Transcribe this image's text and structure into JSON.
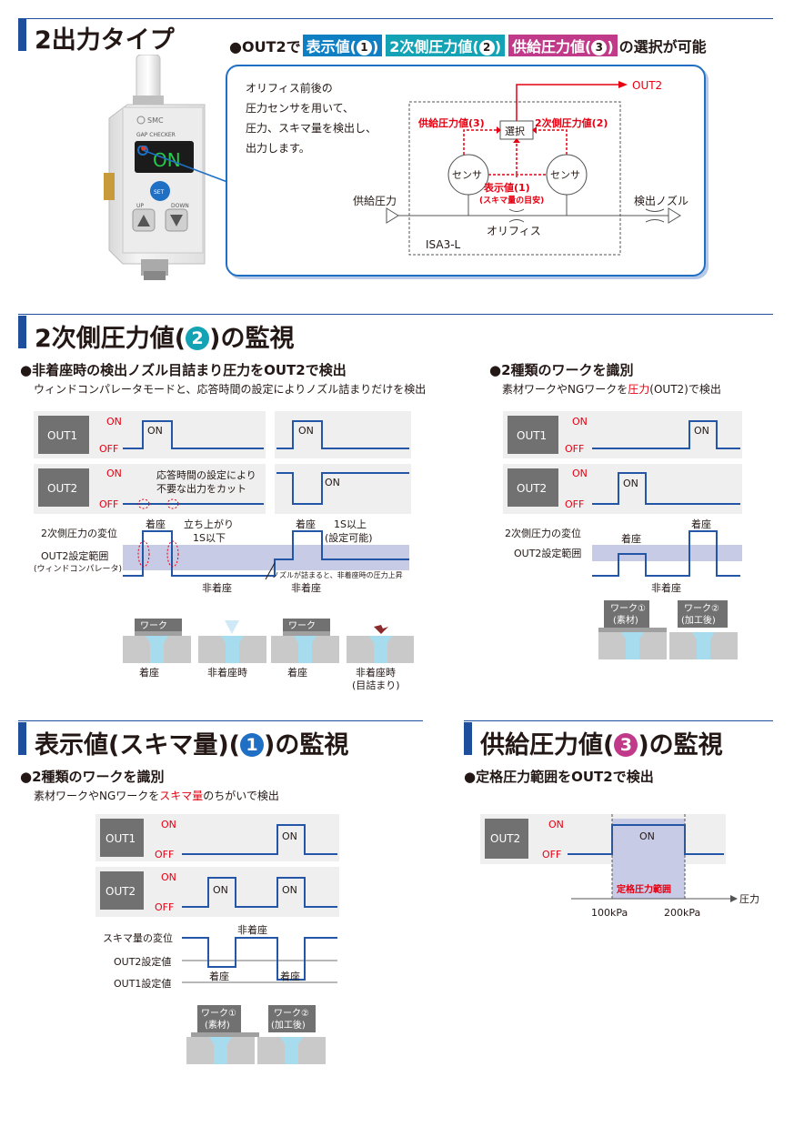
{
  "sec1": {
    "title": "2出力タイプ",
    "head_prefix": "●OUT2で",
    "tag1": "表示値(",
    "tag1_num": "1",
    "tag2": "2次側圧力値(",
    "tag2_num": "2",
    "tag3": "供給圧力値(",
    "tag3_num": "3",
    "tag_close": ")",
    "head_suffix": "の選択が可能",
    "device_brand": "SMC",
    "device_model": "GAP CHECKER",
    "device_display": "ON",
    "device_set": "SET",
    "device_up": "UP",
    "device_down": "DOWN",
    "desc_lines": [
      "オリフィス前後の",
      "圧力センサを用いて、",
      "圧力、スキマ量を検出し、",
      "出力します。"
    ],
    "out2": "OUT2",
    "select": "選択",
    "supply_value": "供給圧力値(",
    "secondary_value": "2次側圧力値(",
    "sensor": "センサ",
    "display_value": "表示値(",
    "gap_note": "(スキマ量の目安)",
    "supply_pressure": "供給圧力",
    "nozzle": "検出ノズル",
    "orifice": "オリフィス",
    "model": "ISA3-L"
  },
  "sec2": {
    "title_prefix": "2次側圧力値(",
    "title_num": "2",
    "title_suffix": ")の監視",
    "left_head": "●非着座時の検出ノズル目詰まり圧力をOUT2で検出",
    "left_sub": "ウィンドコンパレータモードと、応答時間の設定によりノズル詰まりだけを検出",
    "right_head": "●2種類のワークを識別",
    "right_sub_a": "素材ワークやNGワークを",
    "right_sub_b": "圧力",
    "right_sub_c": "(OUT2)で検出",
    "out1": "OUT1",
    "out2": "OUT2",
    "on": "ON",
    "off": "OFF",
    "cut_note_1": "応答時間の設定により",
    "cut_note_2": "不要な出力をカット",
    "pressure_change": "2次側圧力の変位",
    "out2_range": "OUT2設定範囲",
    "window_note": "(ウィンドコンパレータ)",
    "seated": "着座",
    "rise_1": "立ち上がり",
    "rise_2": "1S以下",
    "over_1": "1S以上",
    "over_2": "(設定可能)",
    "unseated": "非着座",
    "clog_note": "ノズルが詰まると、非着座時の圧力上昇",
    "work": "ワーク",
    "unseated_time": "非着座時",
    "clogged": "(目詰まり)",
    "work1_a": "ワーク①",
    "work1_b": "(素材)",
    "work2_a": "ワーク②",
    "work2_b": "(加工後)"
  },
  "sec3": {
    "title_prefix": "表示値(スキマ量)(",
    "title_num": "1",
    "title_suffix": ")の監視",
    "head": "●2種類のワークを識別",
    "sub_a": "素材ワークやNGワークを",
    "sub_b": "スキマ量",
    "sub_c": "のちがいで検出",
    "gap_change": "スキマ量の変位",
    "out2_set": "OUT2設定値",
    "out1_set": "OUT1設定値"
  },
  "sec4": {
    "title_prefix": "供給圧力値(",
    "title_num": "3",
    "title_suffix": ")の監視",
    "head": "●定格圧力範囲をOUT2で検出",
    "rated_range": "定格圧力範囲",
    "pressure": "圧力",
    "p100": "100kPa",
    "p200": "200kPa"
  },
  "colors": {
    "navy": "#1f4e9c",
    "signal_blue": "#2356a6",
    "red": "#e60012",
    "teal": "#13a3b4",
    "pink": "#c13a8a",
    "panel_grey": "#efefef",
    "label_grey": "#727171",
    "band": "#c7cbe6"
  }
}
